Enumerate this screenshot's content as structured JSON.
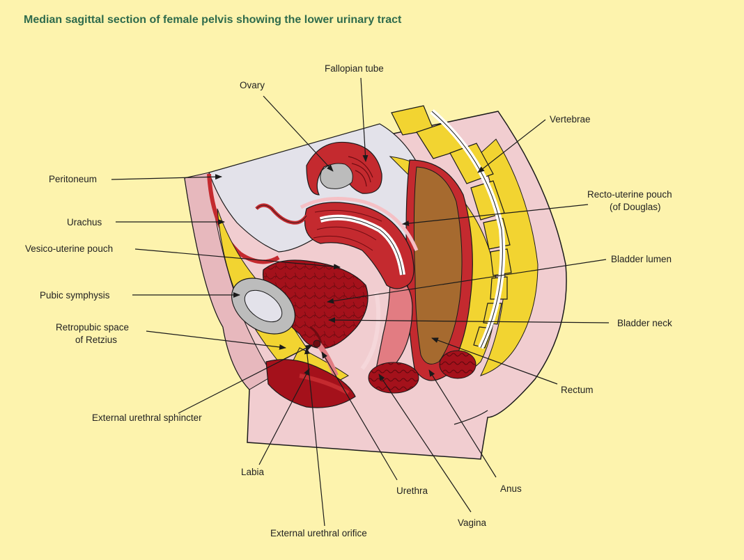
{
  "title": "Median sagittal section of female pelvis showing the lower urinary tract",
  "colors": {
    "background": "#fdf3ad",
    "title": "#2f6b4c",
    "skin": "#f1cdd0",
    "skin_dark": "#e7b8bd",
    "peritoneum_cavity": "#e3e2ea",
    "fat_yellow": "#f2d431",
    "muscle_red": "#a4111b",
    "muscle_bright": "#c42a2f",
    "pink_wall": "#e27c82",
    "rectum_brown": "#a66a2f",
    "bone_grey": "#bcbcbc",
    "outline": "#1a1a1a"
  },
  "labels": {
    "fallopian_tube": "Fallopian tube",
    "ovary": "Ovary",
    "vertebrae": "Vertebrae",
    "peritoneum": "Peritoneum",
    "recto_uterine_pouch_1": "Recto-uterine pouch",
    "recto_uterine_pouch_2": "(of Douglas)",
    "urachus": "Urachus",
    "vesico_uterine_pouch": "Vesico-uterine pouch",
    "bladder_lumen": "Bladder lumen",
    "pubic_symphysis": "Pubic symphysis",
    "bladder_neck": "Bladder neck",
    "retropubic_space_1": "Retropubic space",
    "retropubic_space_2": "of Retzius",
    "rectum": "Rectum",
    "external_urethral_sphincter": "External urethral sphincter",
    "labia": "Labia",
    "anus": "Anus",
    "urethra": "Urethra",
    "vagina": "Vagina",
    "external_urethral_orifice": "External urethral orifice"
  }
}
